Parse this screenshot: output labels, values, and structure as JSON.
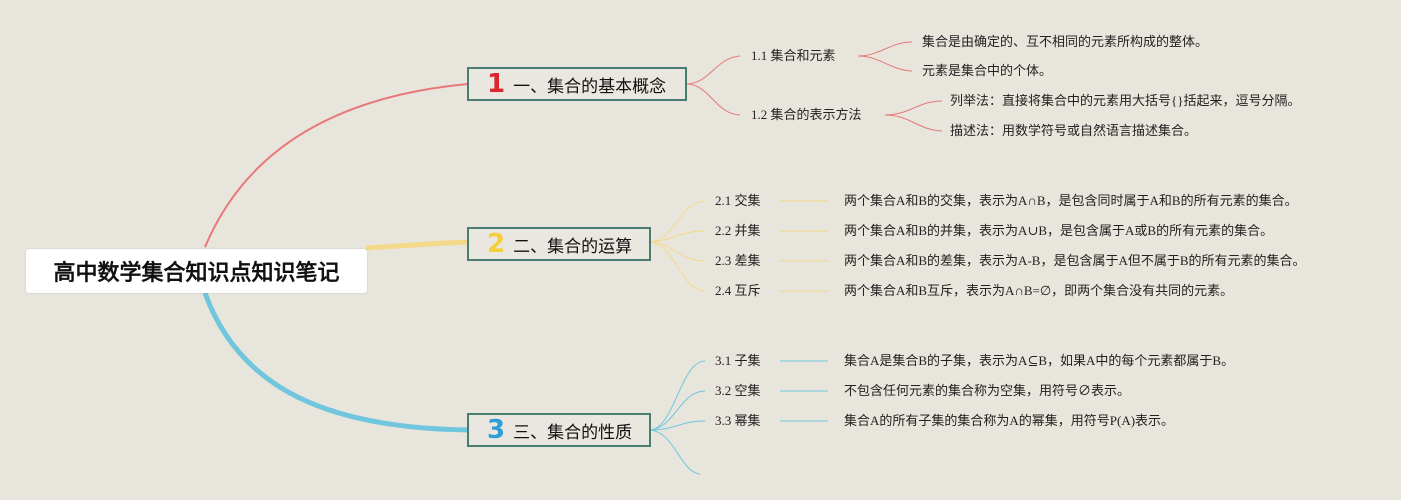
{
  "title": "高中数学集合知识点知识笔记",
  "colors": {
    "b1": "#e8787a",
    "b2": "#f5d98a",
    "b3": "#6fc6dd",
    "num1": "#d9262f",
    "num2": "#f4cf3a",
    "num3": "#2e9ed6",
    "border": "#4a7d72"
  },
  "branches": [
    {
      "num": "1",
      "label": "一、集合的基本概念",
      "subs": [
        {
          "label": "1.1 集合和元素",
          "leaves": [
            "集合是由确定的、互不相同的元素所构成的整体。",
            "元素是集合中的个体。"
          ]
        },
        {
          "label": "1.2 集合的表示方法",
          "leaves": [
            "列举法：直接将集合中的元素用大括号{}括起来，逗号分隔。",
            "描述法：用数学符号或自然语言描述集合。"
          ]
        }
      ]
    },
    {
      "num": "2",
      "label": "二、集合的运算",
      "subs": [
        {
          "label": "2.1 交集",
          "leaves": [
            "两个集合A和B的交集，表示为A∩B，是包含同时属于A和B的所有元素的集合。"
          ]
        },
        {
          "label": "2.2 并集",
          "leaves": [
            "两个集合A和B的并集，表示为A∪B，是包含属于A或B的所有元素的集合。"
          ]
        },
        {
          "label": "2.3 差集",
          "leaves": [
            "两个集合A和B的差集，表示为A-B，是包含属于A但不属于B的所有元素的集合。"
          ]
        },
        {
          "label": "2.4 互斥",
          "leaves": [
            "两个集合A和B互斥，表示为A∩B=∅，即两个集合没有共同的元素。"
          ]
        }
      ]
    },
    {
      "num": "3",
      "label": "三、集合的性质",
      "subs": [
        {
          "label": "3.1 子集",
          "leaves": [
            "集合A是集合B的子集，表示为A⊆B，如果A中的每个元素都属于B。"
          ]
        },
        {
          "label": "3.2 空集",
          "leaves": [
            "不包含任何元素的集合称为空集，用符号∅表示。"
          ]
        },
        {
          "label": "3.3 幂集",
          "leaves": [
            "集合A的所有子集的集合称为A的幂集，用符号P(A)表示。"
          ]
        }
      ]
    }
  ]
}
